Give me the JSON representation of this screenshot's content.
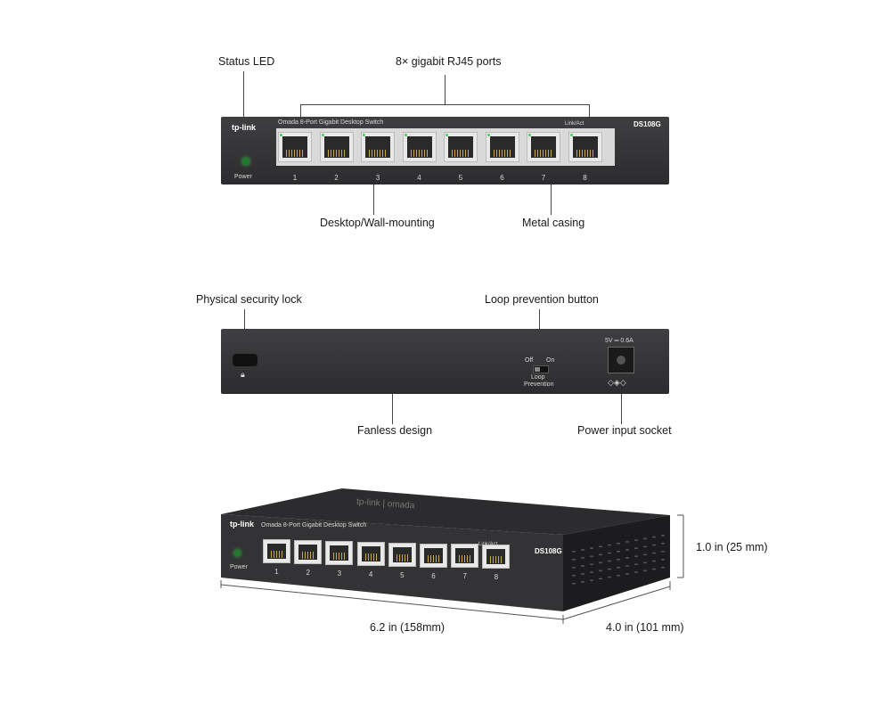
{
  "front_view": {
    "callouts": {
      "status_led": "Status LED",
      "ports": "8× gigabit RJ45 ports",
      "mounting": "Desktop/Wall-mounting",
      "casing": "Metal casing"
    },
    "device": {
      "brand": "tp-link",
      "product_name": "Omada 8-Port Gigabit Desktop Switch",
      "model": "DS108G",
      "link_act": "Link/Act",
      "power_label": "Power",
      "port_numbers": [
        "1",
        "2",
        "3",
        "4",
        "5",
        "6",
        "7",
        "8"
      ]
    }
  },
  "rear_view": {
    "callouts": {
      "security_lock": "Physical security lock",
      "loop_button": "Loop prevention button",
      "fanless": "Fanless design",
      "power_socket": "Power input socket"
    },
    "device": {
      "switch_off": "Off",
      "switch_on": "On",
      "loop_label_1": "Loop",
      "loop_label_2": "Prevention",
      "power_rating": "5V ═ 0.6A"
    }
  },
  "angled_view": {
    "device": {
      "brand": "tp-link",
      "top_brand": "tp-link | omada",
      "product_name": "Omada 8-Port Gigabit Desktop Switch",
      "model": "DS108G",
      "link_act": "Link/Act",
      "power_label": "Power",
      "port_numbers": [
        "1",
        "2",
        "3",
        "4",
        "5",
        "6",
        "7",
        "8"
      ]
    },
    "dimensions": {
      "height": "1.0 in (25 mm)",
      "width": "6.2 in (158mm)",
      "depth": "4.0 in (101 mm)"
    }
  },
  "colors": {
    "body": "#333335",
    "led_green": "#3ed35a",
    "port": "#e8e8e8"
  }
}
